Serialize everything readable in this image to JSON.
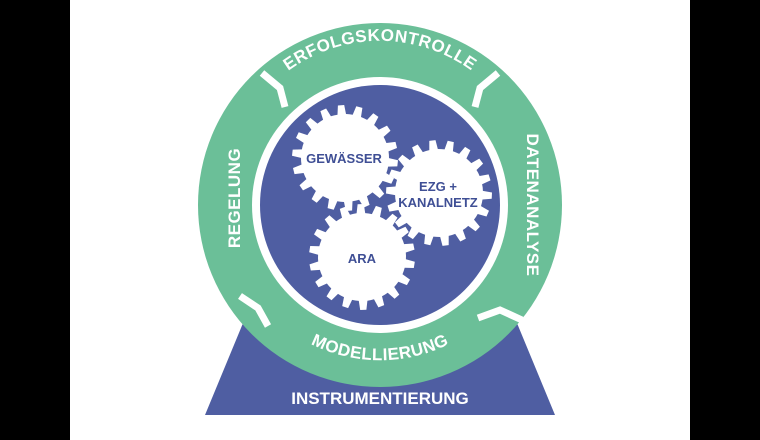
{
  "diagram": {
    "base_label": "INSTRUMENTIERUNG",
    "ring_segments": {
      "top": "ERFOLGSKONTROLLE",
      "right": "DATENANALYSE",
      "bottom": "MODELLIERUNG",
      "left": "REGELUNG"
    },
    "gears": {
      "top_left": "GEWÄSSER",
      "right_line1": "EZG +",
      "right_line2": "KANALNETZ",
      "bottom": "ARA"
    },
    "colors": {
      "blue": "#4f5ea2",
      "green": "#6bbf98",
      "white": "#ffffff",
      "frame": "#000000"
    }
  }
}
